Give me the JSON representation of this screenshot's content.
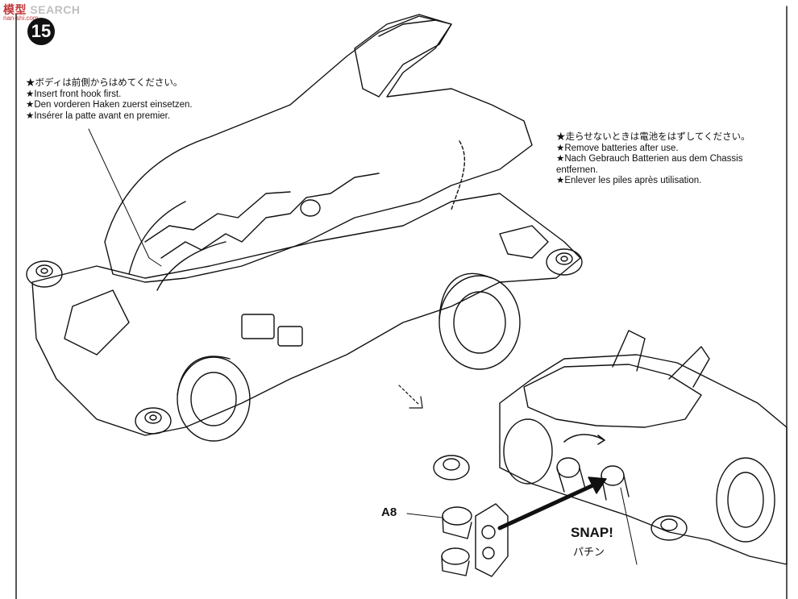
{
  "watermark": {
    "cn": "模型",
    "text": "SEARCH",
    "site": "nan-shi.com"
  },
  "step": {
    "number": "15"
  },
  "note_body": {
    "ja": "ボディは前側からはめてください。",
    "en": "Insert front hook first.",
    "de": "Den vorderen Haken zuerst einsetzen.",
    "fr": "Insérer la patte avant en premier."
  },
  "note_batteries": {
    "ja": "走らせないときは電池をはずしてください。",
    "en": "Remove batteries after use.",
    "de_1": "Nach Gebrauch Batterien aus dem Chassis",
    "de_2": "entfernen.",
    "fr": "Enlever les piles après utilisation."
  },
  "callouts": {
    "part": "A8",
    "snap": "SNAP!",
    "snap_ja": "パチン"
  },
  "star": "★"
}
